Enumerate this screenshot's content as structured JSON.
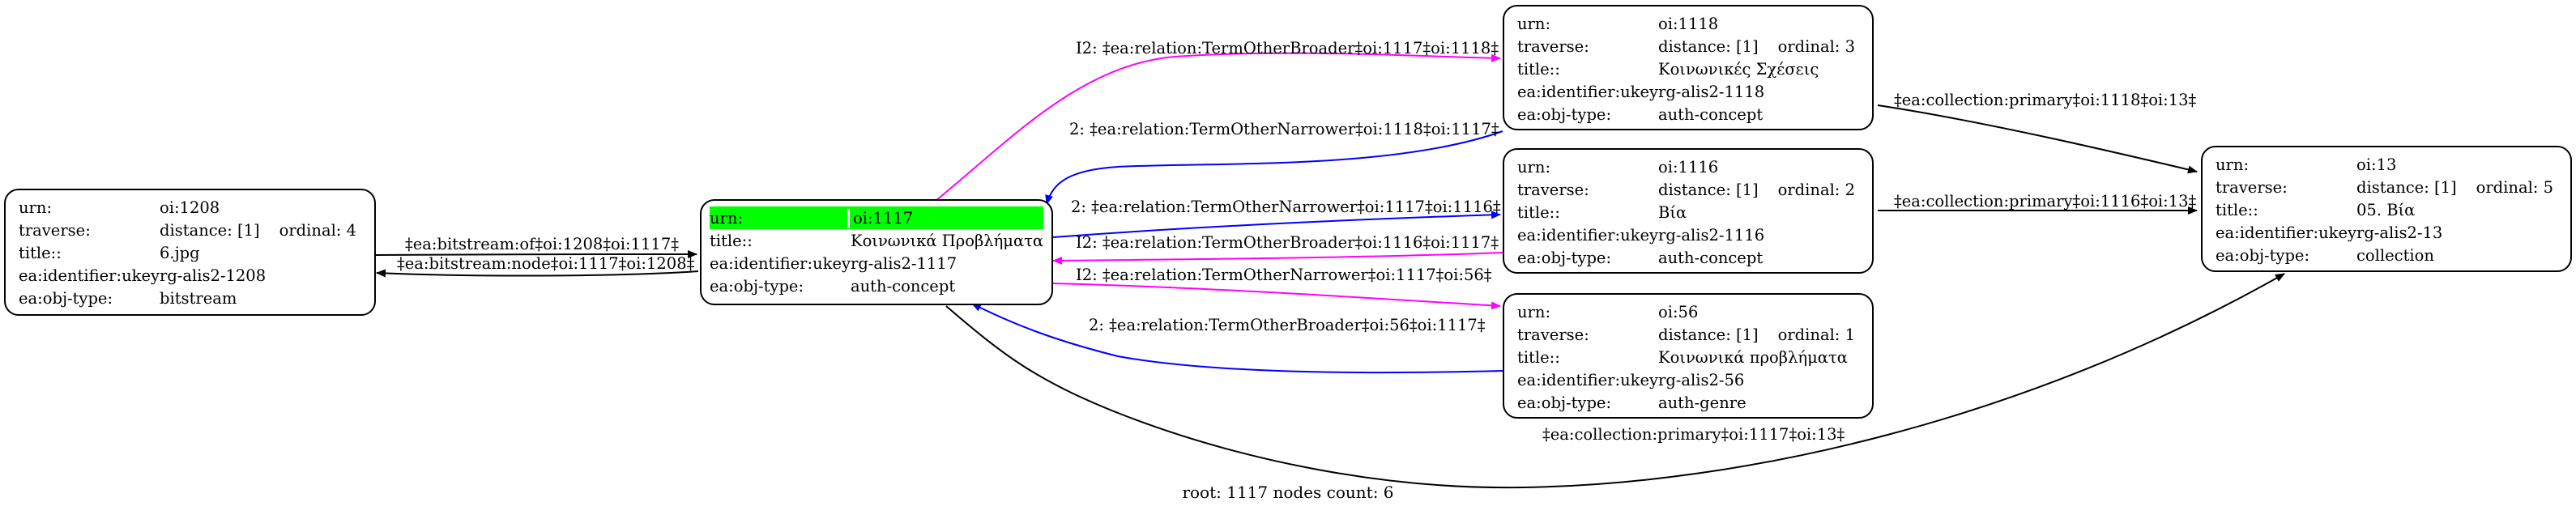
{
  "nodes": {
    "n1208": {
      "rows": [
        {
          "key": "urn:",
          "val": "oi:1208"
        },
        {
          "key": "traverse:",
          "val": "distance: [1]",
          "extra": "ordinal: 4"
        },
        {
          "key": "title::",
          "val": "6.jpg"
        },
        {
          "key": "ea:identifier:ukey",
          "val": "rg-alis2-1208"
        },
        {
          "key": "ea:obj-type:",
          "val": "bitstream"
        }
      ]
    },
    "n1117": {
      "rows": [
        {
          "key": "urn:",
          "val": "oi:1117"
        },
        {
          "key": "title::",
          "val": "Κοινωνικά Προβλήματα"
        },
        {
          "key": "ea:identifier:ukey",
          "val": "rg-alis2-1117"
        },
        {
          "key": "ea:obj-type:",
          "val": "auth-concept"
        }
      ],
      "highlight_color": "#00ff00"
    },
    "n1118": {
      "rows": [
        {
          "key": "urn:",
          "val": "oi:1118"
        },
        {
          "key": "traverse:",
          "val": "distance: [1]",
          "extra": "ordinal: 3"
        },
        {
          "key": "title::",
          "val": "Κοινωνικές Σχέσεις"
        },
        {
          "key": "ea:identifier:ukey",
          "val": "rg-alis2-1118"
        },
        {
          "key": "ea:obj-type:",
          "val": "auth-concept"
        }
      ]
    },
    "n1116": {
      "rows": [
        {
          "key": "urn:",
          "val": "oi:1116"
        },
        {
          "key": "traverse:",
          "val": "distance: [1]",
          "extra": "ordinal: 2"
        },
        {
          "key": "title::",
          "val": "Βία"
        },
        {
          "key": "ea:identifier:ukey",
          "val": "rg-alis2-1116"
        },
        {
          "key": "ea:obj-type:",
          "val": "auth-concept"
        }
      ]
    },
    "n56": {
      "rows": [
        {
          "key": "urn:",
          "val": "oi:56"
        },
        {
          "key": "traverse:",
          "val": "distance: [1]",
          "extra": "ordinal: 1"
        },
        {
          "key": "title::",
          "val": "Κοινωνικά προβλήματα"
        },
        {
          "key": "ea:identifier:ukey",
          "val": "rg-alis2-56"
        },
        {
          "key": "ea:obj-type:",
          "val": "auth-genre"
        }
      ]
    },
    "n13": {
      "rows": [
        {
          "key": "urn:",
          "val": "oi:13"
        },
        {
          "key": "traverse:",
          "val": "distance: [1]",
          "extra": "ordinal: 5"
        },
        {
          "key": "title::",
          "val": "05. Βία"
        },
        {
          "key": "ea:identifier:ukey",
          "val": "rg-alis2-13"
        },
        {
          "key": "ea:obj-type:",
          "val": "collection"
        }
      ]
    }
  },
  "edges": [
    {
      "id": "e1",
      "label": "‡ea:bitstream:of‡oi:1208‡oi:1117‡",
      "color": "#000000"
    },
    {
      "id": "e2",
      "label": "‡ea:bitstream:node‡oi:1117‡oi:1208‡",
      "color": "#000000"
    },
    {
      "id": "e3",
      "label": "I2: ‡ea:relation:TermOtherBroader‡oi:1117‡oi:1118‡",
      "color": "#ff00ff"
    },
    {
      "id": "e4",
      "label": "2: ‡ea:relation:TermOtherNarrower‡oi:1118‡oi:1117‡",
      "color": "#0000ff"
    },
    {
      "id": "e5",
      "label": "2: ‡ea:relation:TermOtherNarrower‡oi:1117‡oi:1116‡",
      "color": "#0000ff"
    },
    {
      "id": "e6",
      "label": "I2: ‡ea:relation:TermOtherBroader‡oi:1116‡oi:1117‡",
      "color": "#ff00ff"
    },
    {
      "id": "e7",
      "label": "I2: ‡ea:relation:TermOtherNarrower‡oi:1117‡oi:56‡",
      "color": "#ff00ff"
    },
    {
      "id": "e8",
      "label": "2: ‡ea:relation:TermOtherBroader‡oi:56‡oi:1117‡",
      "color": "#0000ff"
    },
    {
      "id": "e9",
      "label": "‡ea:collection:primary‡oi:1118‡oi:13‡",
      "color": "#000000"
    },
    {
      "id": "e10",
      "label": "‡ea:collection:primary‡oi:1116‡oi:13‡",
      "color": "#000000"
    },
    {
      "id": "e11",
      "label": "‡ea:collection:primary‡oi:1117‡oi:13‡",
      "color": "#000000"
    }
  ],
  "footer": "root: 1117 nodes count: 6"
}
